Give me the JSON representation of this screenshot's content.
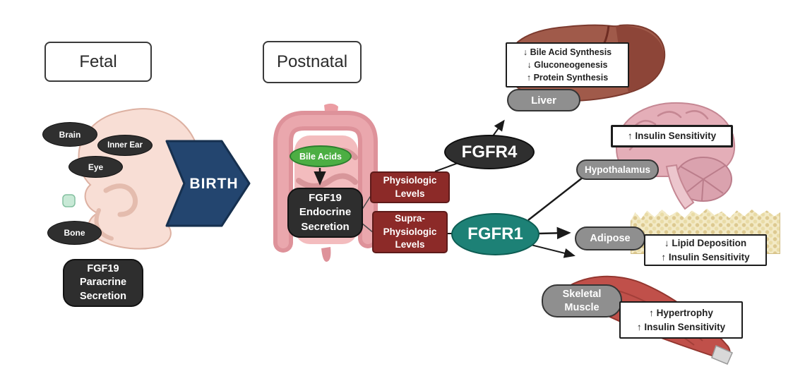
{
  "sections": {
    "fetal": {
      "title": "Fetal",
      "organs": {
        "brain": "Brain",
        "inner_ear": "Inner Ear",
        "eye": "Eye",
        "bone": "Bone"
      },
      "secretion": "FGF19\nParacrine\nSecretion"
    },
    "birth": {
      "label": "BIRTH"
    },
    "postnatal": {
      "title": "Postnatal",
      "bile_acids": "Bile Acids",
      "secretion": "FGF19\nEndocrine\nSecretion",
      "physiologic": "Physiologic\nLevels",
      "supra_physiologic": "Supra-\nPhysiologic\nLevels"
    }
  },
  "receptors": {
    "fgfr4": "FGFR4",
    "fgfr1": "FGFR1"
  },
  "targets": {
    "liver": {
      "label": "Liver",
      "effects": [
        "↓ Bile Acid Synthesis",
        "↓ Gluconeogenesis",
        "↑ Protein Synthesis"
      ]
    },
    "hypothalamus": {
      "label": "Hypothalamus",
      "effects": [
        "↑ Insulin Sensitivity"
      ]
    },
    "adipose": {
      "label": "Adipose",
      "effects": [
        "↓ Lipid Deposition",
        "↑ Insulin Sensitivity"
      ]
    },
    "skeletal_muscle": {
      "label": "Skeletal\nMuscle",
      "effects": [
        "↑ Hypertrophy",
        "↑ Insulin Sensitivity"
      ]
    }
  },
  "colors": {
    "birth_blue": "#23456f",
    "dark_node": "#2f2f2f",
    "level_red": "#8c2a28",
    "fgfr1_teal": "#1d8176",
    "organ_gray": "#8f8f8f",
    "bile_green": "#4cae43"
  }
}
